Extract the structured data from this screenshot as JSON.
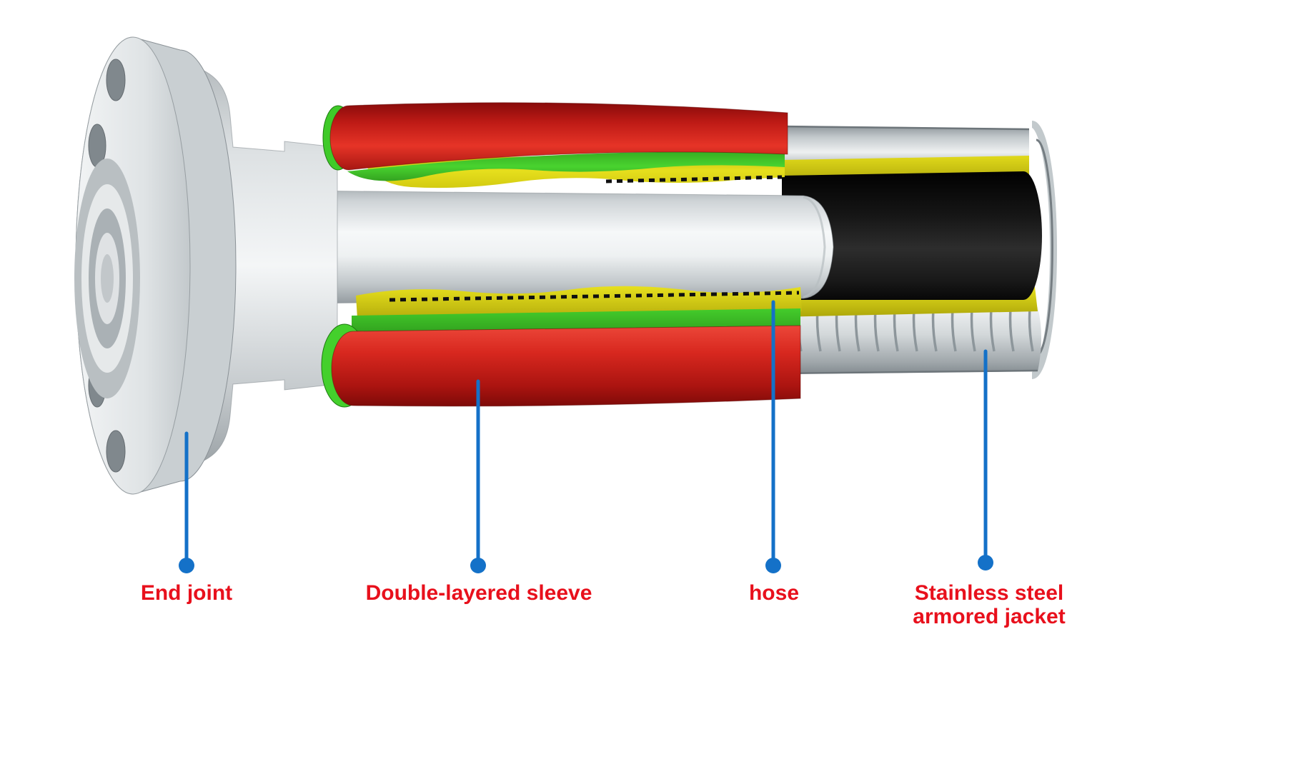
{
  "diagram": {
    "type": "cutaway-illustration",
    "subject": "Stainless steel armored hose assembly cross-section",
    "callouts": [
      {
        "id": "end-joint",
        "label": "End joint"
      },
      {
        "id": "double-layered-sleeve",
        "label": "Double-layered sleeve"
      },
      {
        "id": "hose",
        "label": "hose"
      },
      {
        "id": "armored-jacket",
        "label": "Stainless steel armored jacket",
        "line1": "Stainless steel",
        "line2": "armored jacket"
      }
    ],
    "colors": {
      "label_red": "#e8101c",
      "leader_blue": "#1471c8",
      "sleeve_red": "#d52a20",
      "liner_green": "#3fca29",
      "wrap_yellow": "#e3dc1b",
      "hose_black": "#141414",
      "steel_gray": "#d8dcde"
    }
  }
}
